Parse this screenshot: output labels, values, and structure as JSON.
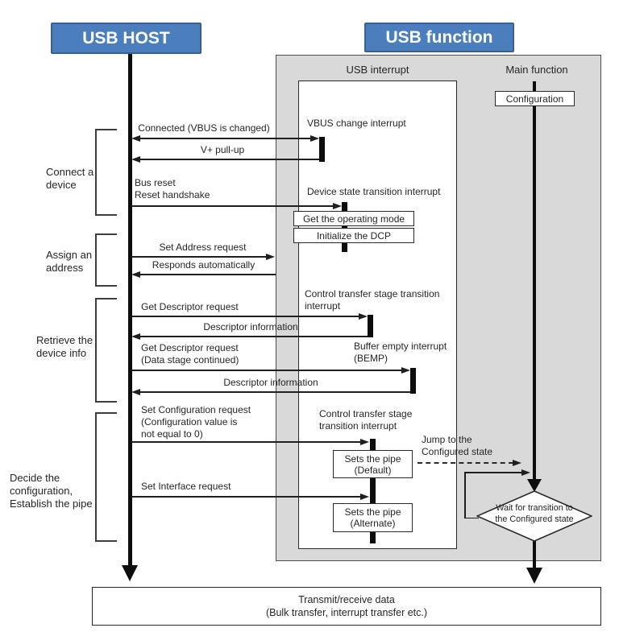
{
  "title_host": "USB HOST",
  "title_function": "USB function",
  "panel": {
    "usb_interrupt": "USB interrupt",
    "main_function": "Main function",
    "configuration": "Configuration"
  },
  "phases": {
    "connect": {
      "l1": "Connect a",
      "l2": "device"
    },
    "assign": {
      "l1": "Assign an",
      "l2": "address"
    },
    "retrieve": {
      "l1": "Retrieve the",
      "l2": "device info"
    },
    "decide": {
      "l1": "Decide the",
      "l2": "configuration,",
      "l3": "Establish the pipe"
    }
  },
  "messages": {
    "connected": "Connected (VBUS is changed)",
    "v_pullup": "V+ pull-up",
    "bus_reset": {
      "l1": "Bus reset",
      "l2": "Reset handshake"
    },
    "set_address": "Set Address request",
    "responds": "Responds automatically",
    "get_descriptor_1": "Get Descriptor request",
    "descriptor_info_1": "Descriptor information",
    "get_descriptor_2": {
      "l1": "Get Descriptor request",
      "l2": "(Data stage continued)"
    },
    "descriptor_info_2": "Descriptor information",
    "set_configuration": {
      "l1": "Set Configuration request",
      "l2": "(Configuration value is",
      "l3": "not equal to 0)"
    },
    "set_interface": "Set Interface request"
  },
  "interrupts": {
    "vbus_change": "VBUS change interrupt",
    "device_state": "Device state transition interrupt",
    "get_operating_mode": "Get the operating mode",
    "initialize_dcp": "Initialize the DCP",
    "ctrl_stage_1": {
      "l1": "Control transfer stage transition",
      "l2": "interrupt"
    },
    "buffer_empty": {
      "l1": "Buffer empty interrupt",
      "l2": "(BEMP)"
    },
    "ctrl_stage_2": {
      "l1": "Control transfer stage",
      "l2": "transition interrupt"
    },
    "pipe_default": {
      "l1": "Sets the pipe",
      "l2": "(Default)"
    },
    "pipe_alternate": {
      "l1": "Sets the pipe",
      "l2": "(Alternate)"
    },
    "jump": {
      "l1": "Jump to the",
      "l2": "Configured state"
    },
    "wait": {
      "l1": "Wait for transition to",
      "l2": "the Configured state"
    }
  },
  "bottom": {
    "l1": "Transmit/receive data",
    "l2": "(Bulk transfer, interrupt transfer  etc.)"
  },
  "colors": {
    "header_fill": "#4a7ebc",
    "header_border": "#38618f",
    "panel_fill": "#d9d9d9",
    "line": "#1f1f1f"
  }
}
